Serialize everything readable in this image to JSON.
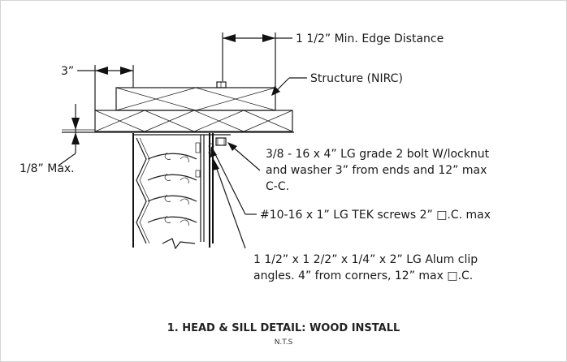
{
  "labels": {
    "edge_distance": "1 1/2” Min. Edge Distance",
    "three_inch": "3”",
    "structure": "Structure (NIRC)",
    "eighth_max": "1/8” Max.",
    "bolt_line1": "3/8 - 16 x 4” LG grade 2 bolt W/locknut",
    "bolt_line2": "and washer 3” from ends and 12” max",
    "bolt_line3": "C-C.",
    "screws": "#10-16 x 1”  LG TEK screws 2” □.C. max",
    "clip_line1": "1 1/2” x 1 2/2” x 1/4” x 2” LG Alum clip",
    "clip_line2": "angles. 4” from corners, 12” max □.C."
  },
  "title": {
    "main": "1. HEAD & SILL DETAIL: WOOD INSTALL",
    "sub": "N.T.S"
  }
}
